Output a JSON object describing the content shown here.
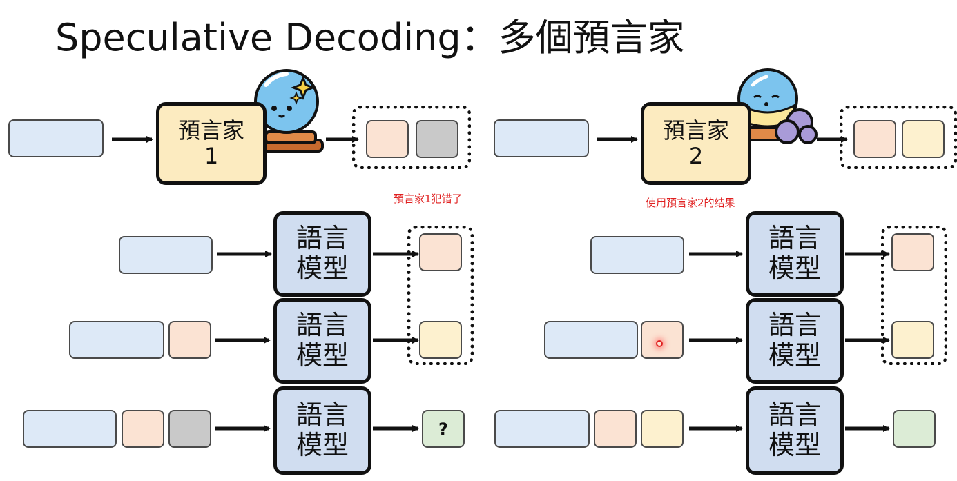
{
  "title": "Speculative Decoding：多個預言家",
  "colors": {
    "context": "#dde9f7",
    "peach": "#fbe3d3",
    "gray": "#c9c9c9",
    "yellow": "#fdf1cf",
    "green": "#dcecd6",
    "oracle": "#fcebc0",
    "language_model": "#d0ddf0",
    "annotation": "#e02020"
  },
  "oracles": [
    {
      "label_line1": "預言家",
      "label_line2": "1",
      "mascot": "crystal-ball-sparkle-icon"
    },
    {
      "label_line1": "預言家",
      "label_line2": "2",
      "mascot": "crystal-ball-sleeping-icon"
    }
  ],
  "annotations": {
    "left": "預言家1犯错了",
    "right": "使用預言家2的结果"
  },
  "language_model": {
    "line1": "語言",
    "line2": "模型"
  },
  "final_token_left": "?"
}
